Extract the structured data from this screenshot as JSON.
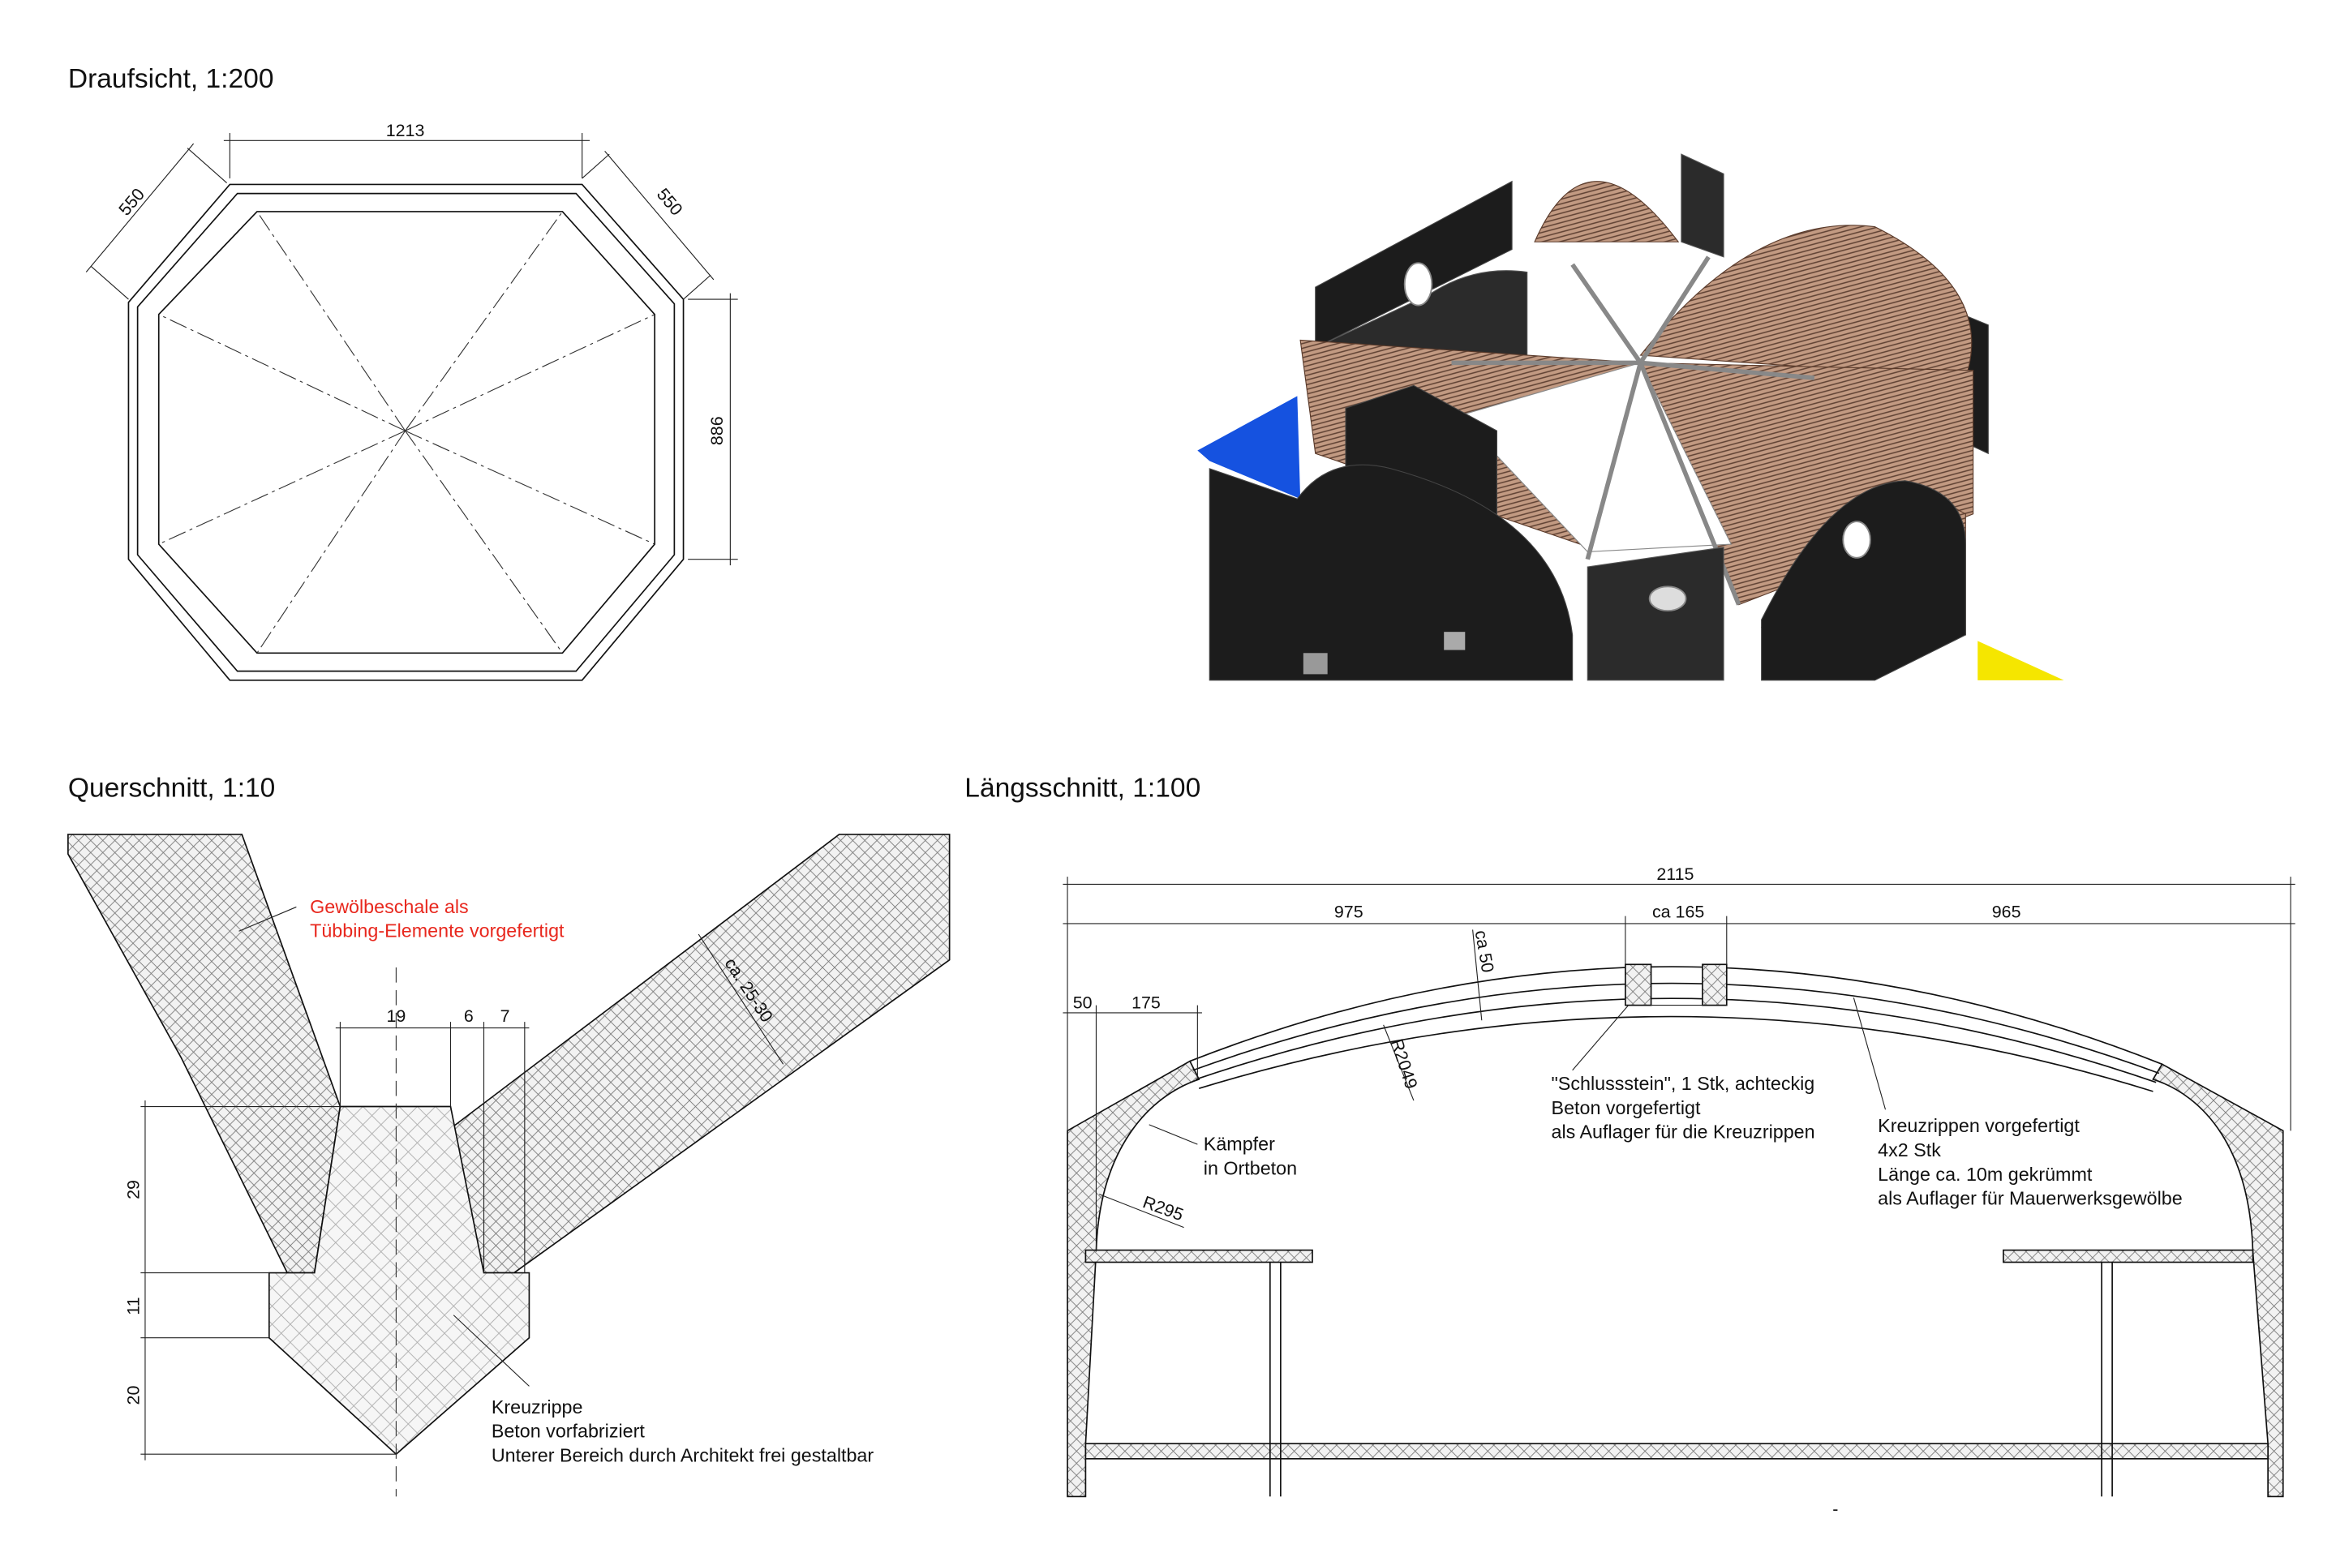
{
  "plan": {
    "title": "Draufsicht, 1:200",
    "dims": {
      "top": "1213",
      "left_diag": "550",
      "right_diag": "550",
      "right": "886"
    }
  },
  "render3d": {
    "colors": {
      "walls": "#1c1c1c",
      "vaults": "#b48b72",
      "blue": "#1552e0",
      "yellow": "#f5e600"
    }
  },
  "cross_section": {
    "title": "Querschnitt, 1:10",
    "dims": {
      "w1": "19",
      "w2": "6",
      "w3": "7",
      "h1": "29",
      "h2": "11",
      "h3": "20",
      "shell": "ca. 25-30"
    },
    "note_red": [
      "Gewölbeschale als",
      "Tübbing-Elemente vorgefertigt"
    ],
    "note_rib": [
      "Kreuzrippe",
      "Beton vorfabriziert",
      "Unterer Bereich durch Architekt frei gestaltbar"
    ],
    "color_note": "#e8281e"
  },
  "long_section": {
    "title": "Längsschnitt, 1:100",
    "dims": {
      "total": "2115",
      "left": "975",
      "mid": "ca 165",
      "right": "965",
      "d50": "50",
      "d175": "175",
      "thick": "ca 50",
      "r_big": "R2049",
      "r_small": "R295"
    },
    "note_kaempfer": [
      "Kämpfer",
      "in Ortbeton"
    ],
    "note_schluss": [
      "\"Schlussstein\", 1 Stk, achteckig",
      "Beton vorgefertigt",
      "als Auflager für die Kreuzrippen"
    ],
    "note_rippen": [
      "Kreuzrippen vorgefertigt",
      "4x2 Stk",
      "Länge ca. 10m gekrümmt",
      "als Auflager für Mauerwerksgewölbe"
    ],
    "stray_mark": "-"
  }
}
